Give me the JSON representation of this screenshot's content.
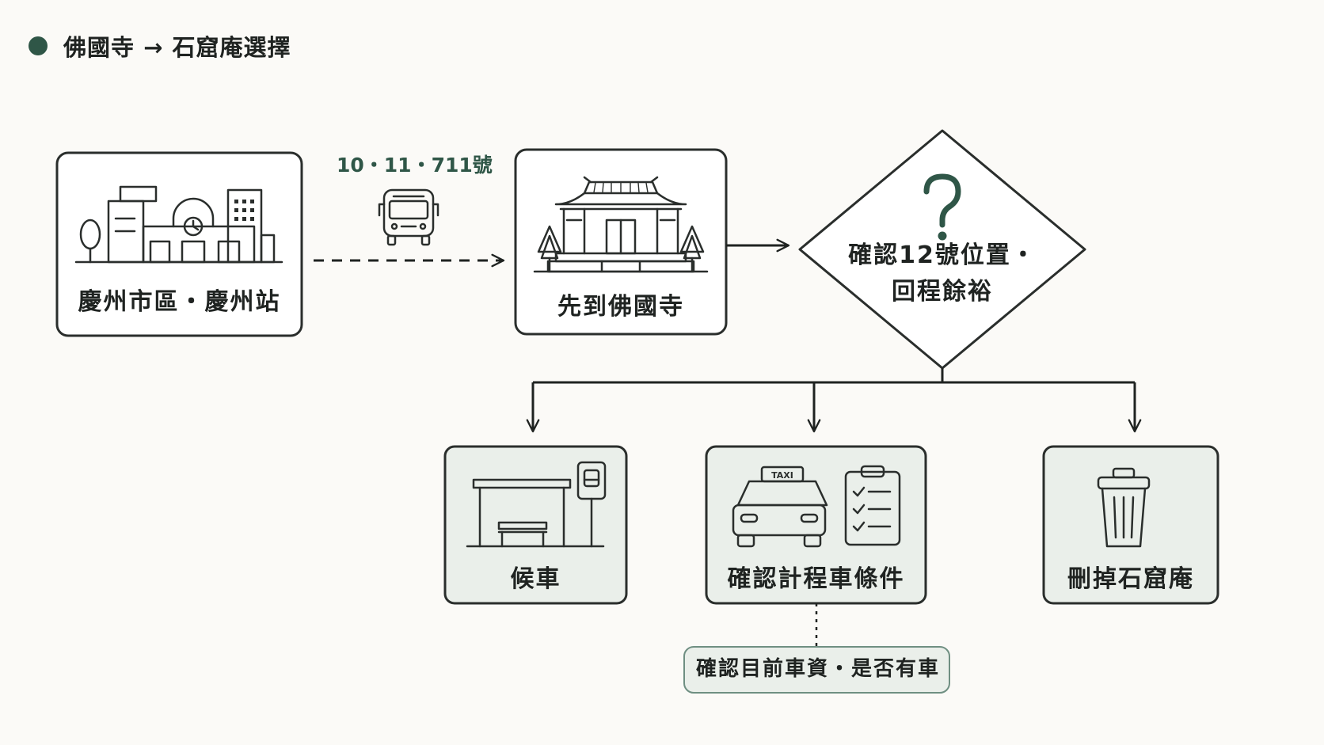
{
  "title": "佛國寺 → 石窟庵選擇",
  "colors": {
    "accent": "#2f5647",
    "stroke": "#1f2321",
    "box_fill": "#ffffff",
    "tinted_fill": "#eaefea",
    "background": "#fbfaf7"
  },
  "route": {
    "label": "10・11・711號",
    "icon": "bus-icon"
  },
  "nodes": {
    "start": {
      "label": "慶州市區・慶州站",
      "icon": "city-station-icon"
    },
    "temple": {
      "label": "先到佛國寺",
      "icon": "temple-icon"
    },
    "decision": {
      "line1": "確認12號位置・",
      "line2": "回程餘裕",
      "icon": "question-mark-icon"
    },
    "wait": {
      "label": "候車",
      "icon": "bus-stop-icon"
    },
    "taxi": {
      "label": "確認計程車條件",
      "icon": "taxi-icon",
      "sign": "TAXI"
    },
    "drop": {
      "label": "刪掉石窟庵",
      "icon": "trash-icon"
    }
  },
  "note": {
    "label": "確認目前車資・是否有車"
  }
}
